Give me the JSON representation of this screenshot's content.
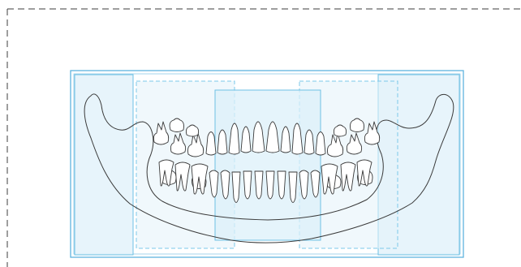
{
  "diagram": {
    "subject": "panoramic-dental-xray-field-of-view",
    "colors": {
      "outer_dashed_border": "#3d3d3d",
      "frame_border": "#5fb3de",
      "region_fill": "#e3f2fa",
      "region_border": "#6ec1e4",
      "dashed_region_border": "#7cc8ea",
      "anatomy_stroke": "#3a3a3a",
      "background": "#ffffff"
    },
    "regions": [
      {
        "id": "left-outer-band",
        "style": "solid"
      },
      {
        "id": "left-middle-band",
        "style": "dashed"
      },
      {
        "id": "center-band",
        "style": "solid"
      },
      {
        "id": "right-middle-band",
        "style": "dashed"
      },
      {
        "id": "right-outer-band",
        "style": "solid"
      }
    ],
    "teeth": {
      "upper_permanent_count": 16,
      "lower_permanent_count": 16,
      "unerupted_molar_count": 8
    }
  }
}
